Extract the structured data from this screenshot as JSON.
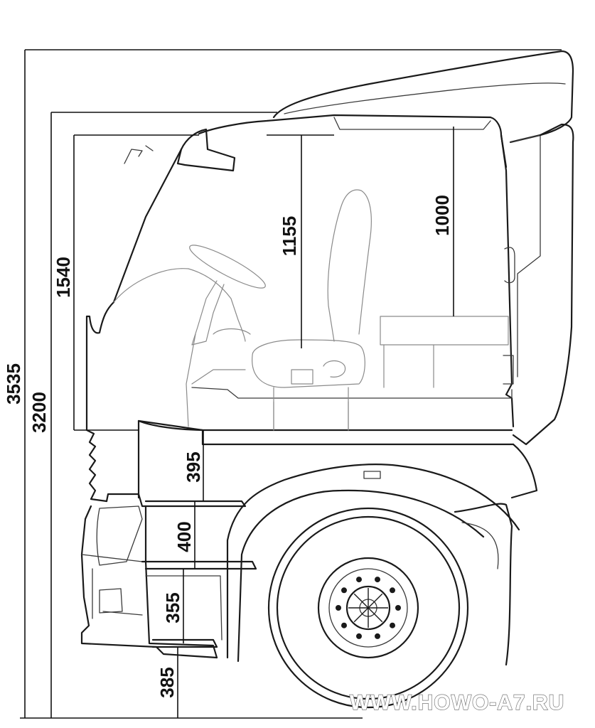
{
  "dimensions": {
    "overall_height": "3535",
    "roof_height": "3200",
    "interior_height_front": "1540",
    "interior_height_seat": "1155",
    "interior_height_rear": "1000",
    "step_top": "395",
    "step_middle": "400",
    "step_lower": "355",
    "ground_clearance": "385"
  },
  "watermark": "WWW.HOWO-A7.RU"
}
